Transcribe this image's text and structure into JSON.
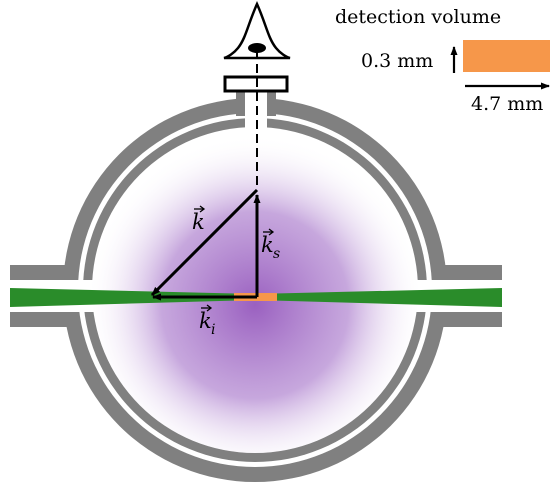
{
  "legend": {
    "title": "detection volume",
    "height_label": "0.3 mm",
    "width_label": "4.7 mm"
  },
  "vectors": {
    "k": "k",
    "ks": "k",
    "ks_sub": "s",
    "ki": "k",
    "ki_sub": "i"
  },
  "colors": {
    "chamber_wall": "#808080",
    "laser_beam": "#2a8c2a",
    "detection_volume": "#f6974a",
    "atom_cloud_center": "#9a60c0",
    "window": "#ffffff",
    "arrow": "#000000"
  }
}
